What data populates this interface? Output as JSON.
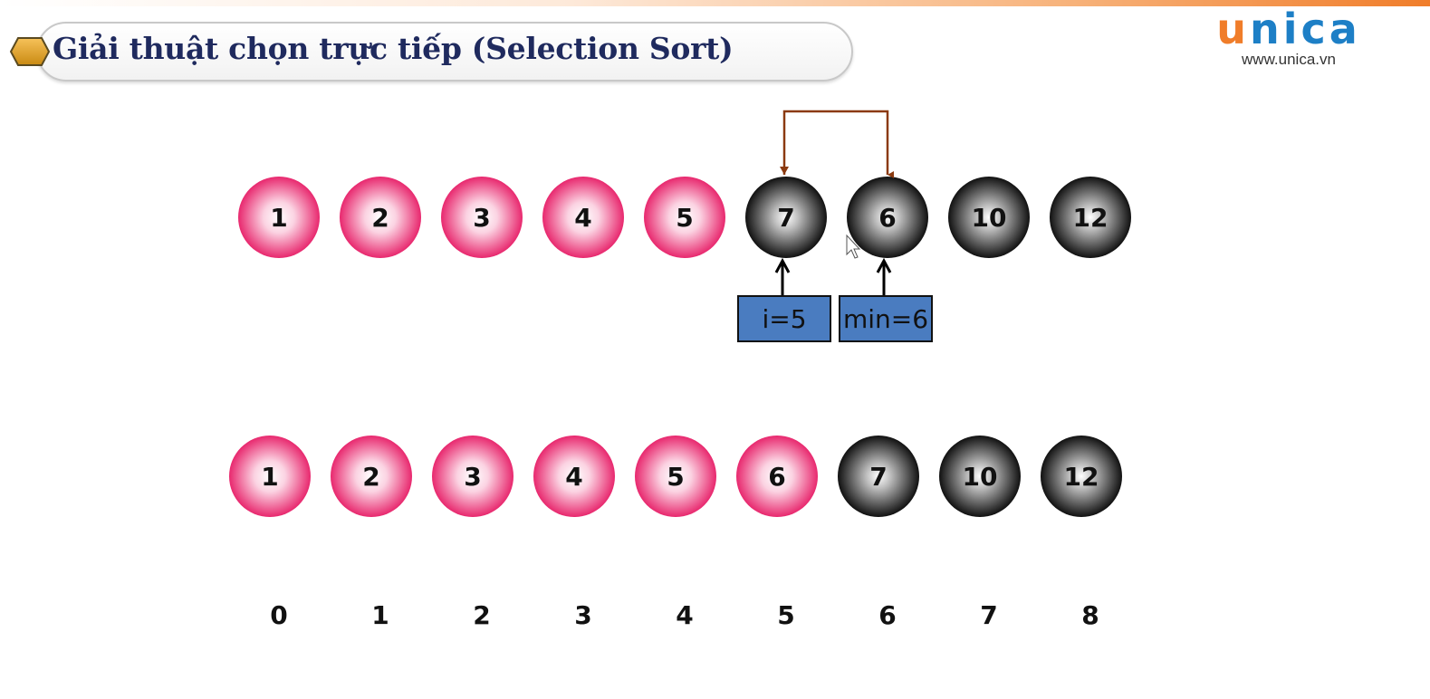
{
  "slide": {
    "title": "Giải thuật chọn trực tiếp (Selection Sort)"
  },
  "logo": {
    "word_first": "u",
    "word_rest": "nica",
    "url": "www.unica.vn",
    "color_blue": "#1d7fc6",
    "color_orange": "#f07d2a"
  },
  "colors": {
    "sorted_ball": "#e8286e",
    "unsorted_ball": "#111111",
    "swap_arrow": "#8b3a10",
    "pointer_box": "#4a7cc0",
    "title_text": "#1f2a5e"
  },
  "rows": [
    {
      "balls": [
        {
          "value": "1",
          "state": "sorted"
        },
        {
          "value": "2",
          "state": "sorted"
        },
        {
          "value": "3",
          "state": "sorted"
        },
        {
          "value": "4",
          "state": "sorted"
        },
        {
          "value": "5",
          "state": "sorted"
        },
        {
          "value": "7",
          "state": "unsorted"
        },
        {
          "value": "6",
          "state": "unsorted"
        },
        {
          "value": "10",
          "state": "unsorted"
        },
        {
          "value": "12",
          "state": "unsorted"
        }
      ],
      "swap": {
        "from_index": 5,
        "to_index": 6
      },
      "pointers": [
        {
          "label": "i=5",
          "index": 5
        },
        {
          "label": "min=6",
          "index": 6
        }
      ]
    },
    {
      "balls": [
        {
          "value": "1",
          "state": "sorted"
        },
        {
          "value": "2",
          "state": "sorted"
        },
        {
          "value": "3",
          "state": "sorted"
        },
        {
          "value": "4",
          "state": "sorted"
        },
        {
          "value": "5",
          "state": "sorted"
        },
        {
          "value": "6",
          "state": "sorted"
        },
        {
          "value": "7",
          "state": "unsorted"
        },
        {
          "value": "10",
          "state": "unsorted"
        },
        {
          "value": "12",
          "state": "unsorted"
        }
      ]
    }
  ],
  "indices": [
    "0",
    "1",
    "2",
    "3",
    "4",
    "5",
    "6",
    "7",
    "8"
  ]
}
